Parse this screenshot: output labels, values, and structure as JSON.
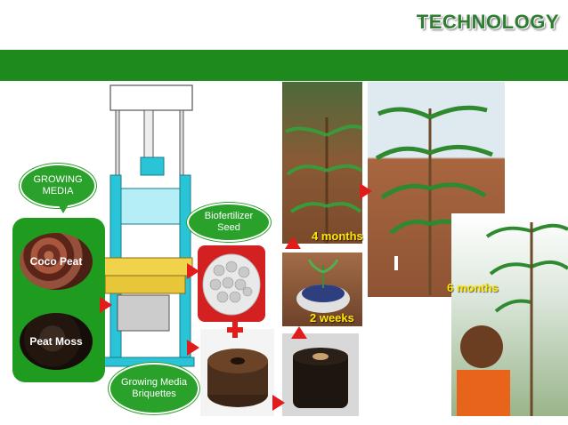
{
  "header": {
    "title": "TECHNOLOGY"
  },
  "labels": {
    "growing_media_bubble": "GROWING MEDIA",
    "coco_peat": "Coco Peat",
    "peat_moss": "Peat Moss",
    "biofertilizer_bubble": "Biofertilizer Seed",
    "briquettes_bubble": "Growing Media Briquettes",
    "stage_2_weeks": "2 weeks",
    "stage_4_months": "4 months",
    "stage_6_months": "6 months"
  },
  "colors": {
    "band_green": "#1e8a1e",
    "bubble_green": "#2aa12a",
    "arrow_red": "#e21b1b",
    "stage_label_yellow": "#ffe600",
    "title_green": "#2e7d32"
  }
}
